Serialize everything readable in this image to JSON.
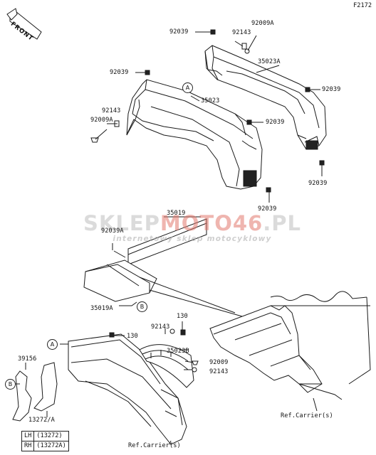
{
  "diagram_code": "F2172",
  "front_indicator": "FRONT",
  "watermark": {
    "brand_part1": "SKLEP",
    "brand_part2": "MOTO",
    "brand_accent": "46",
    "brand_suffix": ".PL",
    "tagline": "internetowy sklep motocyklowy"
  },
  "callouts": {
    "a": "A",
    "b": "B"
  },
  "part_labels": {
    "p92009a_top": "92009A",
    "p92039_top": "92039",
    "p92143_top": "92143",
    "p35023a": "35023A",
    "p92039_mid_left": "92039",
    "p92039_right": "92039",
    "p35023": "35023",
    "p92143_left": "92143",
    "p92009a_left": "92009A",
    "p92039_center": "92039",
    "p92039_lower_right": "92039",
    "p92039_bottom": "92039",
    "p35019": "35019",
    "p92039a": "92039A",
    "p35019a": "35019A",
    "p130_top": "130",
    "p92143_lower": "92143",
    "p130_left": "130",
    "p35023b": "35023B",
    "p39156": "39156",
    "p92009_lower": "92009",
    "p92143_lower_right": "92143",
    "p13272a": "13272/A",
    "ref_carrier_right": "Ref.Carrier(s)",
    "ref_carrier_bottom": "Ref.Carrier(s)"
  },
  "legend": [
    {
      "side": "LH",
      "part": "(13272)"
    },
    {
      "side": "RH",
      "part": "(13272A)"
    }
  ]
}
